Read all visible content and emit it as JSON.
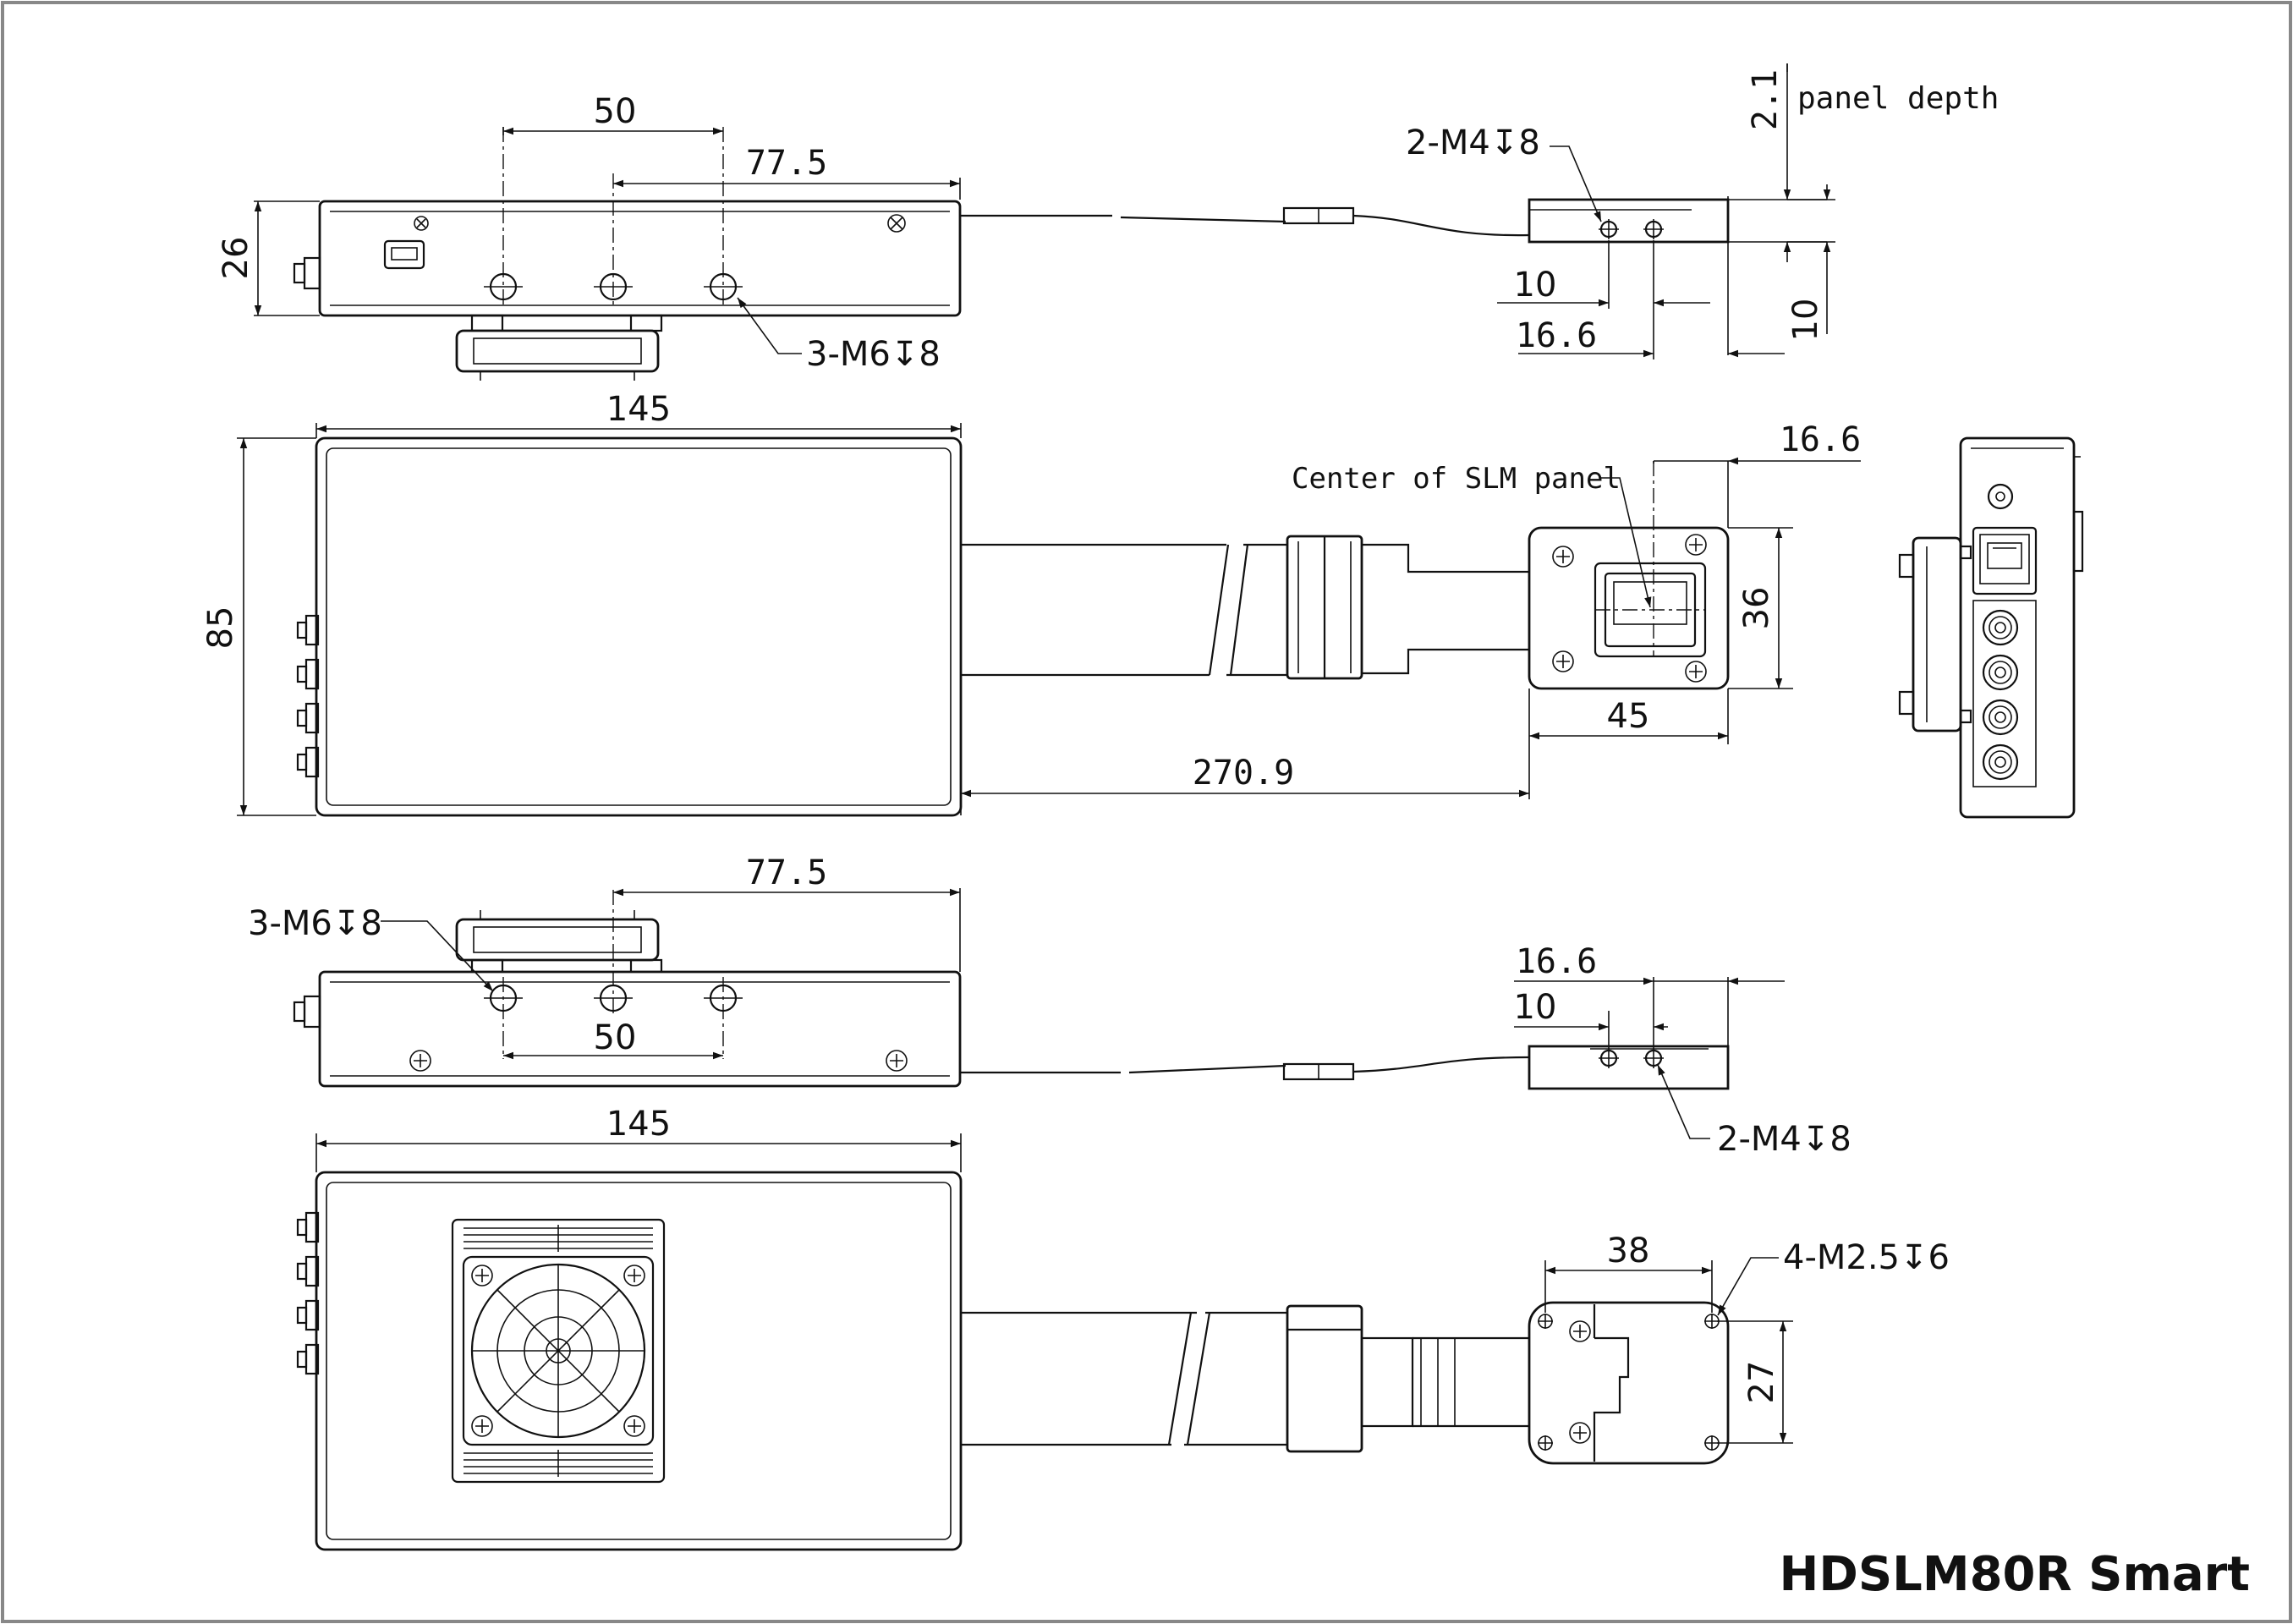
{
  "title": "HDSLM80R Smart",
  "dims": {
    "top_50": "50",
    "top_77_5": "77.5",
    "top_26": "26",
    "top_holes": "3-M6↧8",
    "top_cable_holes": "2-M4↧8",
    "top_10a": "10",
    "top_16_6": "16.6",
    "top_2_1": "2.1",
    "top_10b": "10",
    "panel_depth": "panel depth",
    "front_145": "145",
    "front_85": "85",
    "center_label": "Center of SLM panel",
    "front_16_6": "16.6",
    "front_36": "36",
    "front_45": "45",
    "front_270_9": "270.9",
    "bottom_holes": "3-M6↧8",
    "bottom_77_5": "77.5",
    "bottom_50": "50",
    "bottom_16_6": "16.6",
    "bottom_10": "10",
    "bottom_cable_holes": "2-M4↧8",
    "rear_145": "145",
    "rear_38": "38",
    "rear_holes": "4-M2.5↧6",
    "rear_27": "27"
  }
}
